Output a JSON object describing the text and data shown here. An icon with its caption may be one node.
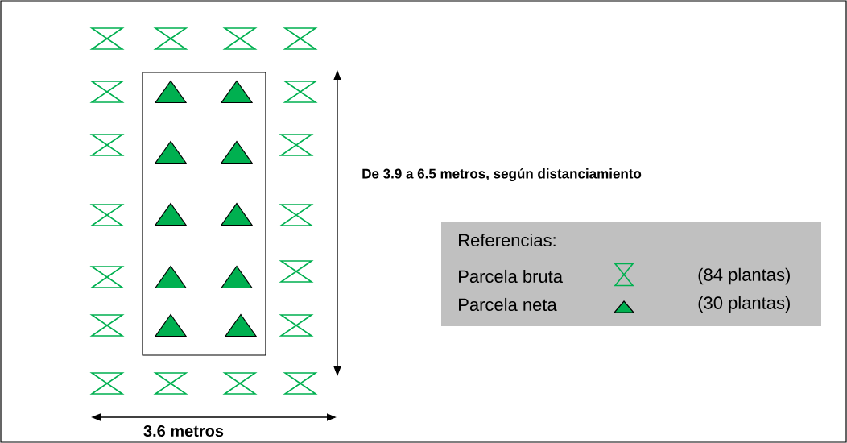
{
  "diagram": {
    "labels": [
      "De 3.9 a 6.5 metros, según distanciamiento",
      "Referencias:",
      "(84 plantas)",
      "(30 plantas)",
      "3.6 metros"
    ],
    "legend": [
      {
        "text": "Parcela bruta"
      },
      {
        "text": "Parcela neta"
      }
    ]
  }
}
